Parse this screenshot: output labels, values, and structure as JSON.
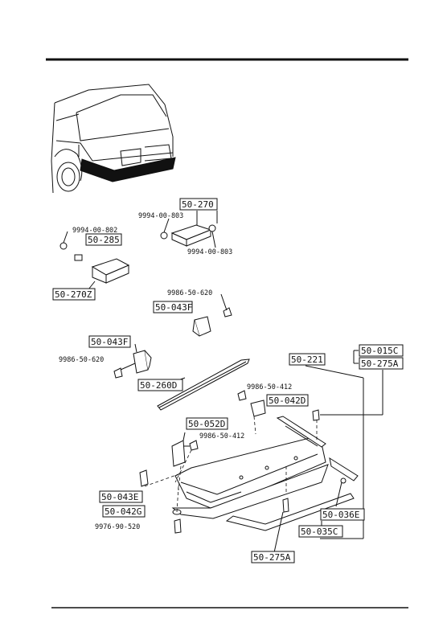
{
  "labels": {
    "p50_270": "50-270",
    "p9994_00_803_a": "9994-00-803",
    "p9994_00_803_b": "9994-00-803",
    "p9994_00_802": "9994-00-802",
    "p50_285": "50-285",
    "p50_270z": "50-270Z",
    "p9986_50_620_a": "9986-50-620",
    "p50_043f_a": "50-043F",
    "p50_043f_b": "50-043F",
    "p9986_50_620_b": "9986-50-620",
    "p50_221": "50-221",
    "p50_015c": "50-015C",
    "p50_275a_a": "50-275A",
    "p50_260d": "50-260D",
    "p9986_50_412_a": "9986-50-412",
    "p50_042d": "50-042D",
    "p50_052d": "50-052D",
    "p9986_50_412_b": "9986-50-412",
    "p50_043e": "50-043E",
    "p50_042g": "50-042G",
    "p9976_90_520": "9976-90-520",
    "p50_036e": "50-036E",
    "p50_035c": "50-035C",
    "p50_275a_b": "50-275A"
  }
}
